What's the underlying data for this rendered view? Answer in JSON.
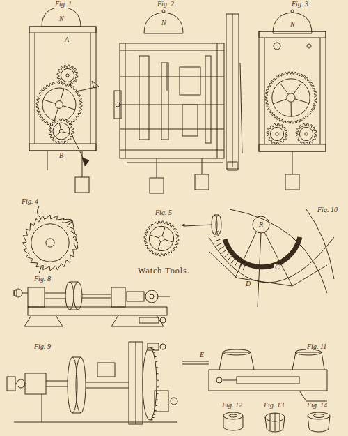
{
  "diagram": {
    "title": "Watch Tools.",
    "labels": [
      "Fig. 1",
      "Fig. 2",
      "Fig. 3",
      "N",
      "A",
      "B",
      "N",
      "N",
      "Fig. 4",
      "Fig. 5",
      "Fig. 10",
      "R",
      "Fig. 8",
      "Fig. 9",
      "Fig. 11",
      "Fig. 12",
      "Fig. 13",
      "Fig. 14",
      "E",
      "D",
      "C"
    ]
  }
}
